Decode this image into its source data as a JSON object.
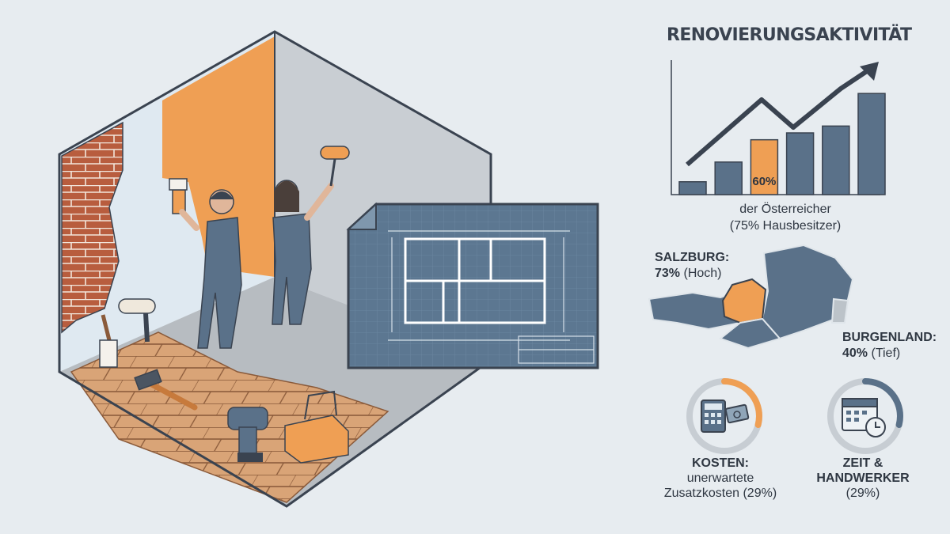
{
  "colors": {
    "background": "#e7ecf0",
    "accent_orange": "#ef9f54",
    "slate_blue": "#5a7189",
    "dark_outline": "#3a4350",
    "map_grey": "#bcc3c9"
  },
  "title": "RENOVIERUNGSAKTIVITÄT",
  "chart_data": {
    "type": "bar",
    "values": [
      15,
      38,
      64,
      72,
      80,
      118
    ],
    "highlight_index": 2,
    "highlight_label": "60%",
    "trend_arrow": true,
    "title": "RENOVIERUNGSAKTIVITÄT",
    "xlabel": "",
    "ylabel": ""
  },
  "chart_caption": {
    "line1": "der Österreicher",
    "line2": "(75% Hausbesitzer)"
  },
  "regions": {
    "salzburg": {
      "name": "SALZBURG:",
      "value": "73%",
      "note": "(Hoch)"
    },
    "burgenland": {
      "name": "BURGENLAND:",
      "value": "40%",
      "note": "(Tief)"
    }
  },
  "stats": {
    "kosten": {
      "head": "KOSTEN:",
      "line1": "unerwartete",
      "line2": "Zusatzkosten (29%)",
      "fraction": 0.29,
      "icon": "calculator-money-icon"
    },
    "zeit": {
      "head1": "ZEIT &",
      "head2": "HANDWERKER",
      "line1": "(29%)",
      "fraction": 0.29,
      "icon": "calendar-clock-icon"
    }
  }
}
